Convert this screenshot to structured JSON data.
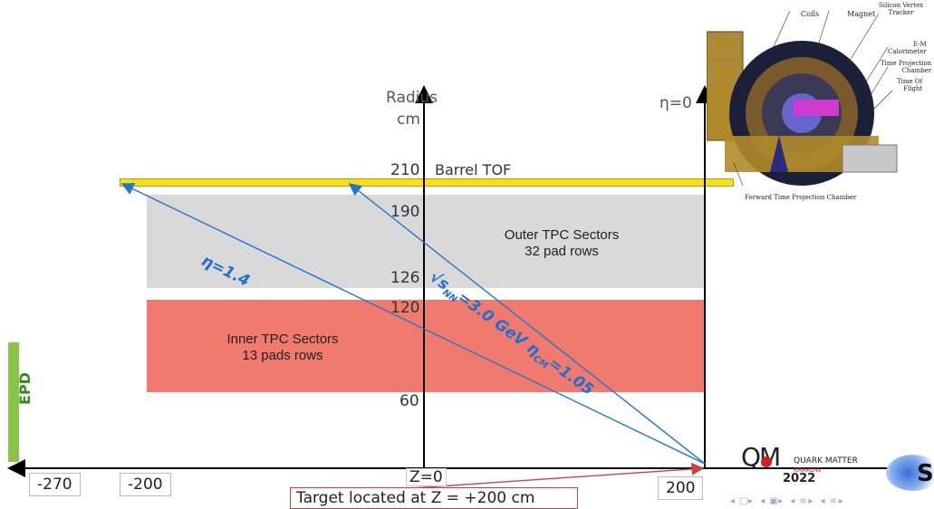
{
  "axes": {
    "radius_label": "Radius",
    "radius_unit": "cm",
    "eta_zero": "η=0",
    "z_zero": "Z=0"
  },
  "radius_ticks": [
    "210",
    "190",
    "126",
    "120",
    "60"
  ],
  "z_ticks": [
    "-270",
    "-200",
    "200"
  ],
  "regions": {
    "barrel_tof": "Barrel TOF",
    "outer_tpc_title": "Outer TPC Sectors",
    "outer_tpc_rows": "32 pad rows",
    "inner_tpc_title": "Inner TPC Sectors",
    "inner_tpc_rows": "13 pads rows",
    "epd": "EPD"
  },
  "annotations": {
    "eta_1_4": "η=1.4",
    "energy_prefix": "√s",
    "energy_sub": "NN",
    "energy_mid": "=3.0 GeV η",
    "energy_sub2": "CM",
    "energy_suffix": "=1.05",
    "target": "Target located at Z = +200 cm"
  },
  "detector_image": {
    "coils": "Coils",
    "magnet": "Magnet",
    "silicon_vertex": "Silicon Vertex",
    "tracker": "Tracker",
    "em": "E-M",
    "calorimeter": "Calorimeter",
    "tpc1": "Time Projection",
    "tpc2": "Chamber",
    "tof1": "Time Of",
    "tof2": "Flight",
    "ftpc": "Forward Time Projection Chamber"
  },
  "logo": {
    "qm": "QM",
    "quark_matter": "QUARK MATTER",
    "krakow": "KRAKÓW",
    "year": "2022",
    "star": "S"
  },
  "colors": {
    "tof": "#f5e01a",
    "outer_tpc": "#d9d9d9",
    "inner_tpc": "#f07a6d",
    "epd": "#8bc34a",
    "track": "#2277cc",
    "annotation": "#1f6fd1",
    "target_box": "#d04040"
  }
}
